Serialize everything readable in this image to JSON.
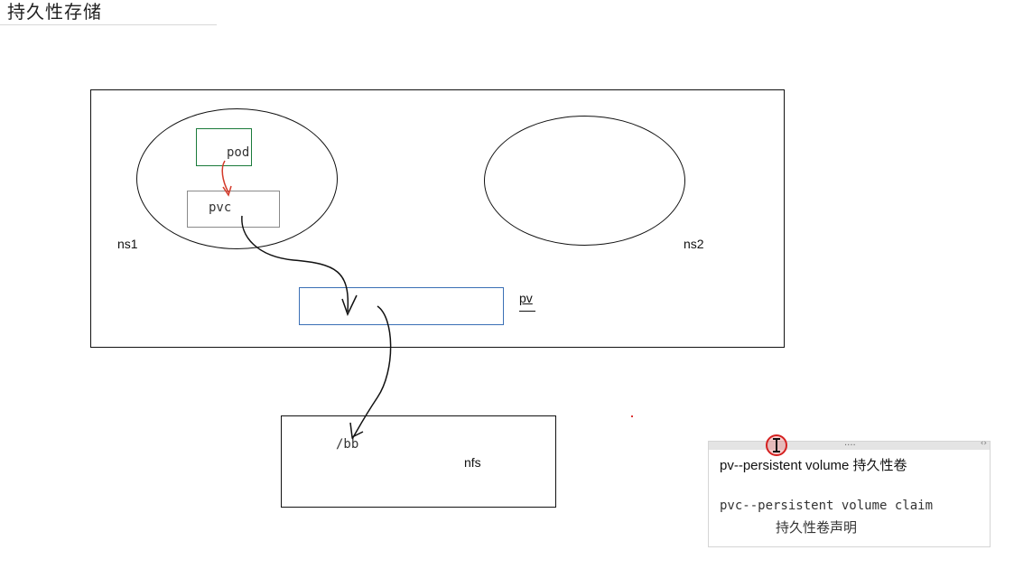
{
  "header": {
    "title": "持久性存储"
  },
  "diagram": {
    "ns1_label": "ns1",
    "ns2_label": "ns2",
    "pod_label": "pod",
    "pvc_label": "pvc",
    "pv_label": "pv",
    "nfs_label": "nfs",
    "path_label": "/bb"
  },
  "note": {
    "line1": "pv--persistent volume 持久性卷",
    "line2": "pvc--persistent volume claim",
    "line3": "持久性卷声明",
    "handle": "....",
    "resize": "‹›"
  },
  "colors": {
    "pod_border": "#1a7a3a",
    "pv_border": "#3a6fb5",
    "pvc_border": "#8a8a8a",
    "arrow_red": "#d33a2a",
    "cursor_red": "#d42020"
  },
  "icons": {
    "cursor": "text-cursor-icon"
  }
}
